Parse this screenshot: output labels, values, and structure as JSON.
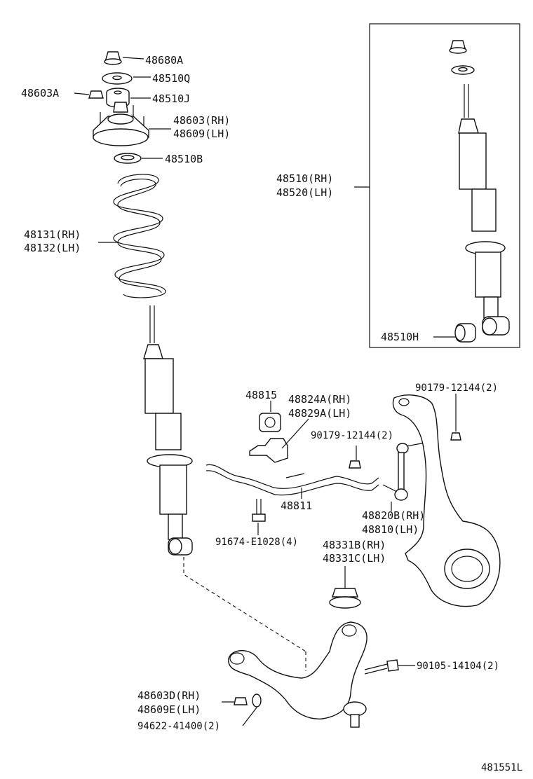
{
  "diagram_id": "481551L",
  "labels": {
    "l48680A": "48680A",
    "l48510Q": "48510Q",
    "l48603A": "48603A",
    "l48510J": "48510J",
    "l48603RH": "48603(RH)",
    "l48609LH": "48609(LH)",
    "l48510B": "48510B",
    "l48510RH": "48510(RH)",
    "l48520LH": "48520(LH)",
    "l48131RH": "48131(RH)",
    "l48132LH": "48132(LH)",
    "l48510H": "48510H",
    "l90179a": "90179-12144(2)",
    "l48815": "48815",
    "l48824A": "48824A(RH)",
    "l48829A": "48829A(LH)",
    "l90179b": "90179-12144(2)",
    "l48811": "48811",
    "l48820B": "48820B(RH)",
    "l48810": "48810(LH)",
    "l91674": "91674-E1028(4)",
    "l48331B": "48331B(RH)",
    "l48331C": "48331C(LH)",
    "l90105": "90105-14104(2)",
    "l48603D": "48603D(RH)",
    "l48609E": "48609E(LH)",
    "l94622": "94622-41400(2)"
  }
}
